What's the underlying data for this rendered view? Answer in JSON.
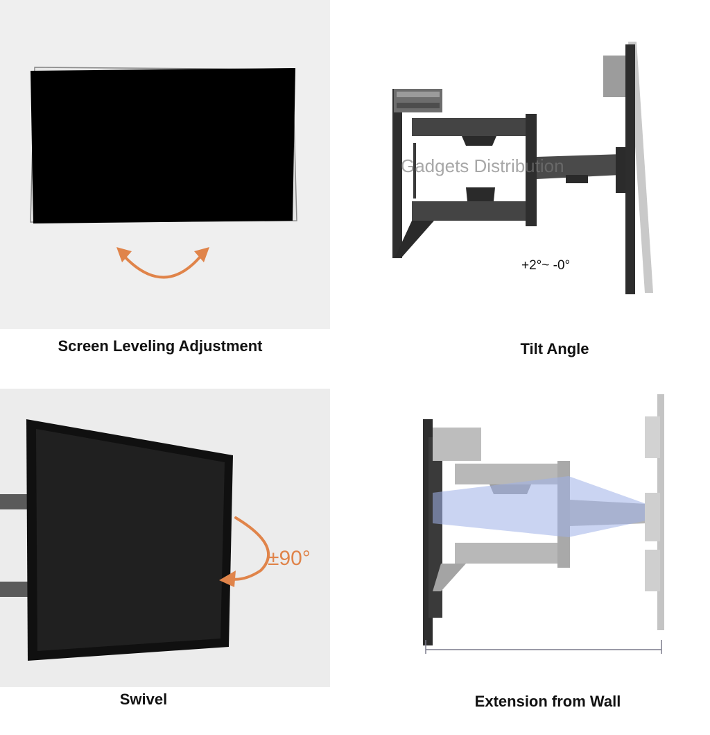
{
  "panels": {
    "level": {
      "caption": "Screen Leveling Adjustment"
    },
    "tilt": {
      "caption": "Tilt Angle",
      "angle_label": "+2°~ -0°"
    },
    "swivel": {
      "caption": "Swivel",
      "angle_label": "±90°"
    },
    "extend": {
      "caption": "Extension from Wall"
    }
  },
  "watermark": "Gadgets Distribution",
  "colors": {
    "accent_arrow": "#e0844a",
    "extension_highlight": "#9fb0e8",
    "tv_screen": "#000000"
  },
  "icons": [
    "rotate-arrow-icon",
    "swivel-arrow-icon"
  ]
}
